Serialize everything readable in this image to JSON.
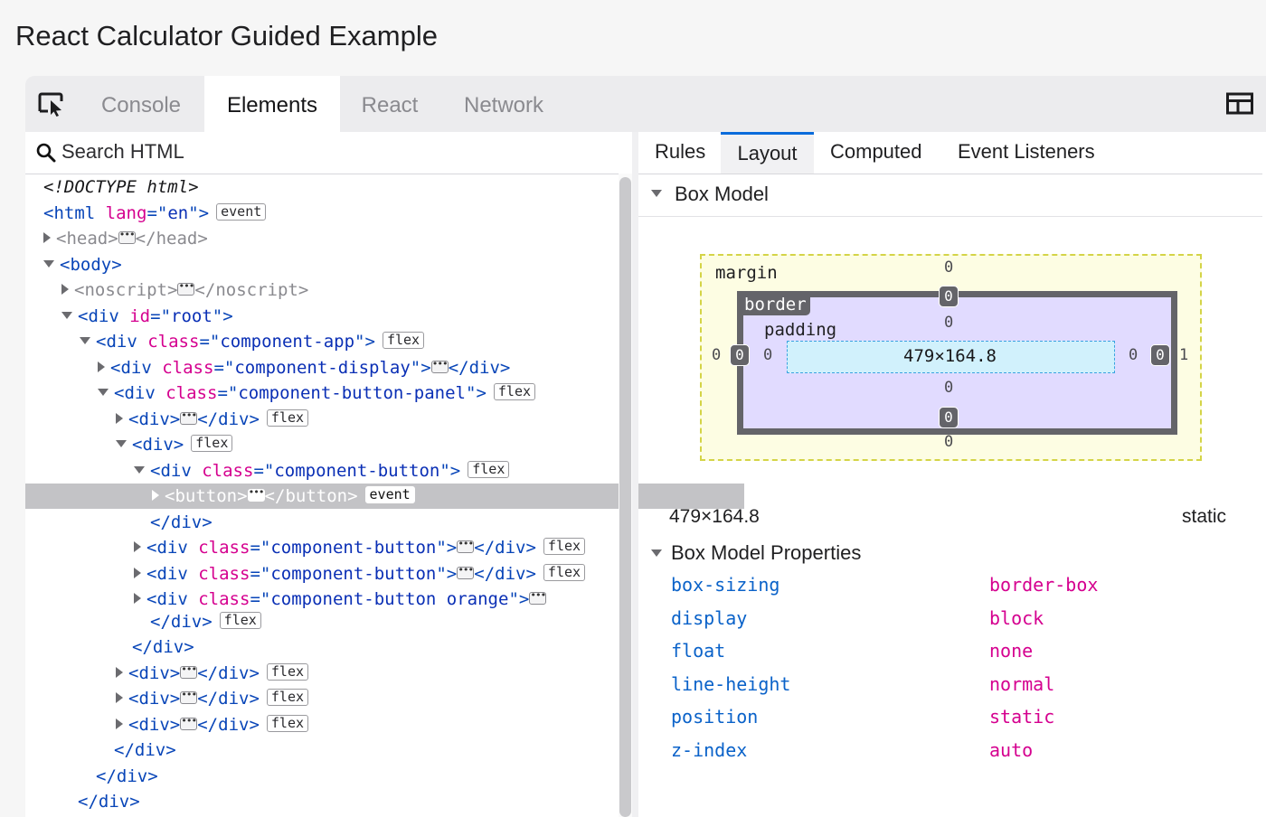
{
  "page_title": "React Calculator Guided Example",
  "toolbar": {
    "tabs": [
      {
        "label": "Console"
      },
      {
        "label": "Elements"
      },
      {
        "label": "React"
      },
      {
        "label": "Network"
      }
    ],
    "picker_icon": "element-picker-icon",
    "layout_icon": "dock-layout-icon"
  },
  "search": {
    "placeholder": "Search HTML"
  },
  "tree": {
    "doctype": "<!DOCTYPE html>",
    "html_tag": "html",
    "html_attr": "lang",
    "html_val": "en",
    "head": "head",
    "body": "body",
    "noscript": "noscript",
    "div": "div",
    "button": "button",
    "attr_id": "id",
    "attr_class": "class",
    "val_root": "root",
    "val_app": "component-app",
    "val_display": "component-display",
    "val_panel": "component-button-panel",
    "val_button": "component-button",
    "val_button_orange": "component-button orange",
    "badge_event": "event",
    "badge_flex": "flex"
  },
  "sidebar": {
    "tabs": [
      {
        "label": "Rules"
      },
      {
        "label": "Layout"
      },
      {
        "label": "Computed"
      },
      {
        "label": "Event Listeners"
      }
    ],
    "box_model_title": "Box Model",
    "box": {
      "margin_label": "margin",
      "border_label": "border",
      "padding_label": "padding",
      "content_size": "479×164.8",
      "margin": {
        "top": "0",
        "right": "1",
        "bottom": "0",
        "left": "0"
      },
      "border": {
        "top": "0",
        "right": "0",
        "bottom": "0",
        "left": "0"
      },
      "padding": {
        "top": "0",
        "right": "0",
        "bottom": "0",
        "left": "0"
      }
    },
    "dimensions": "479×164.8",
    "position": "static",
    "properties_title": "Box Model Properties",
    "properties": [
      {
        "name": "box-sizing",
        "value": "border-box"
      },
      {
        "name": "display",
        "value": "block"
      },
      {
        "name": "float",
        "value": "none"
      },
      {
        "name": "line-height",
        "value": "normal"
      },
      {
        "name": "position",
        "value": "static"
      },
      {
        "name": "z-index",
        "value": "auto"
      }
    ]
  }
}
